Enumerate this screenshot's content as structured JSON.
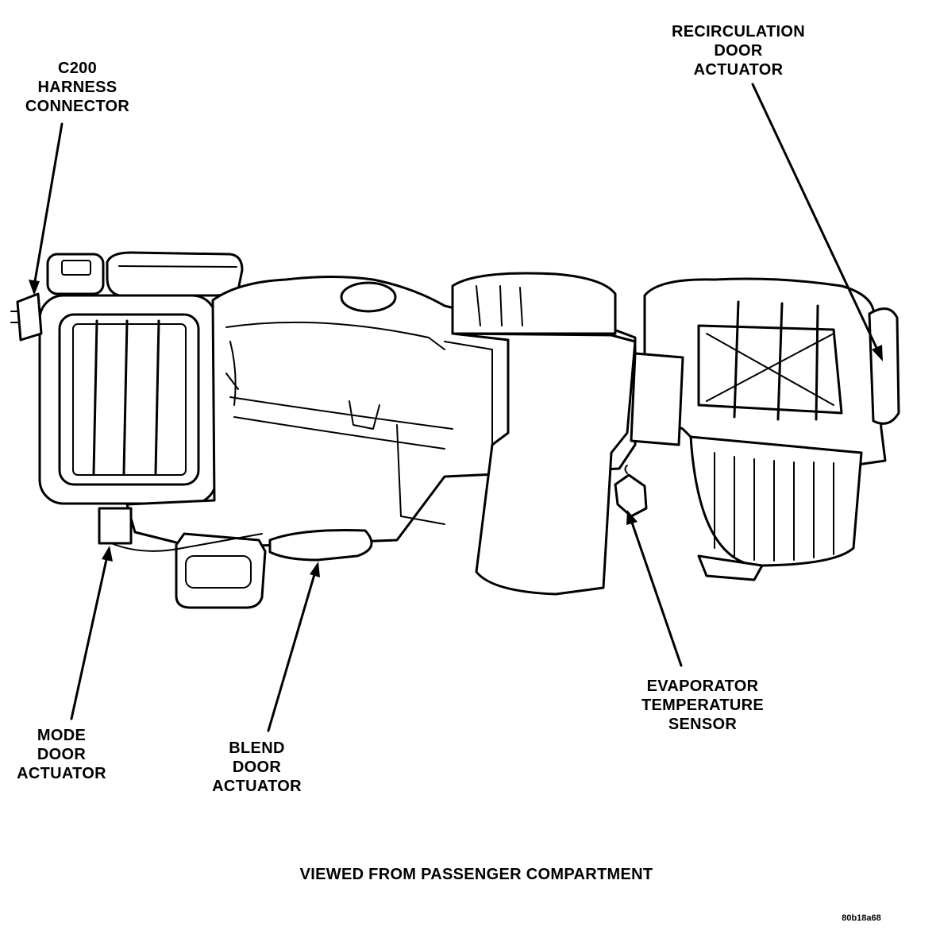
{
  "labels": {
    "c200": [
      "C200",
      "HARNESS",
      "CONNECTOR"
    ],
    "recirc": [
      "RECIRCULATION",
      "DOOR",
      "ACTUATOR"
    ],
    "mode": [
      "MODE",
      "DOOR",
      "ACTUATOR"
    ],
    "blend": [
      "BLEND",
      "DOOR",
      "ACTUATOR"
    ],
    "evap": [
      "EVAPORATOR",
      "TEMPERATURE",
      "SENSOR"
    ]
  },
  "caption": "VIEWED FROM PASSENGER COMPARTMENT",
  "figure_code": "80b18a68"
}
